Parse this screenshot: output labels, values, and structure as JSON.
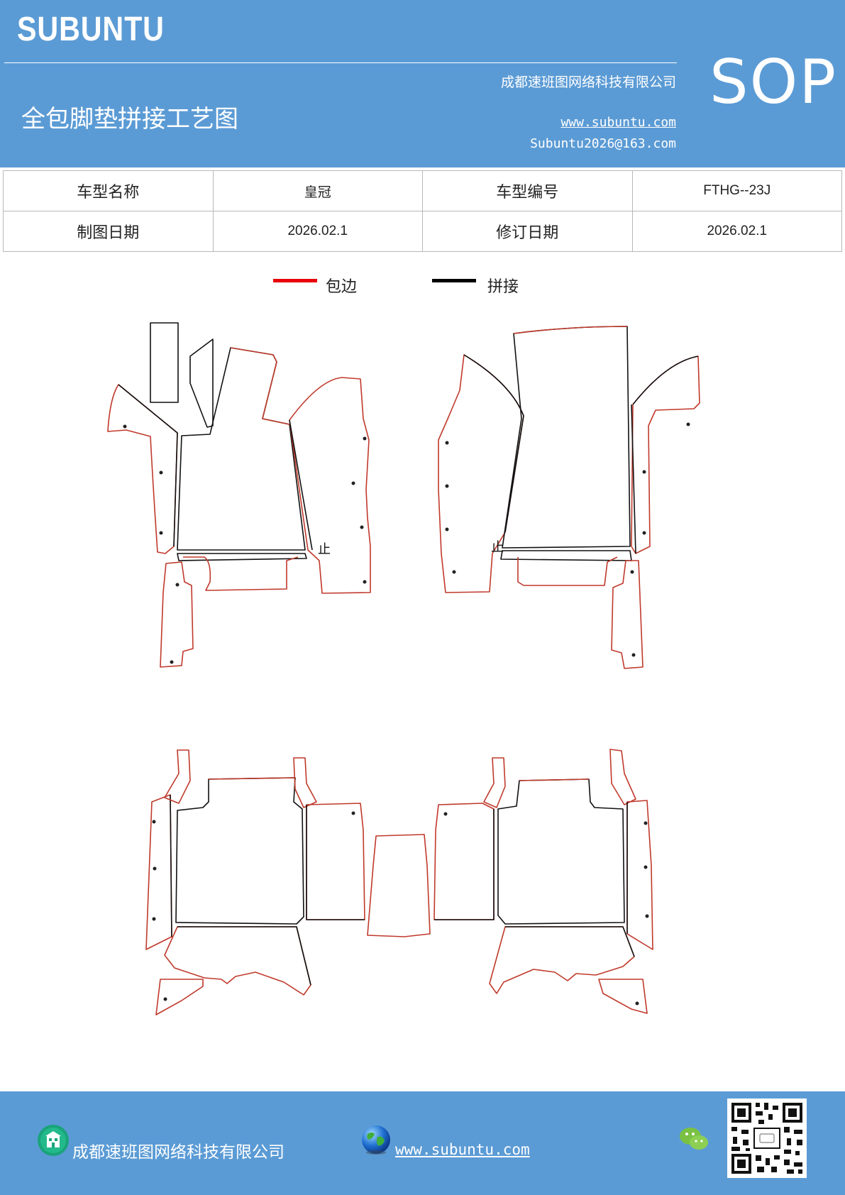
{
  "header": {
    "brand": "SUBUNTU",
    "company": "成都速班图网络科技有限公司",
    "title": "全包脚垫拼接工艺图",
    "website": "www.subuntu.com",
    "email": "Subuntu2026@163.com",
    "badge": "SOP"
  },
  "info_table": {
    "model_name_label": "车型名称",
    "model_name": "皇冠",
    "model_code_label": "车型编号",
    "model_code": "FTHG--23J",
    "draw_date_label": "制图日期",
    "draw_date": "2026.02.1",
    "revise_date_label": "修订日期",
    "revise_date": "2026.02.1"
  },
  "legend": {
    "items": [
      {
        "label": "包边",
        "color": "#e8000b"
      },
      {
        "label": "拼接",
        "color": "#000000"
      }
    ]
  },
  "drawing": {
    "stop_mark": "止",
    "edge_color": "#c0392b",
    "seam_color": "#111111"
  },
  "footer": {
    "company": "成都速班图网络科技有限公司",
    "website": "www.subuntu.com"
  },
  "colors": {
    "brand_blue": "#5b9bd5"
  },
  "icons": [
    "building-icon",
    "globe-icon",
    "wechat-icon",
    "qr-code"
  ]
}
